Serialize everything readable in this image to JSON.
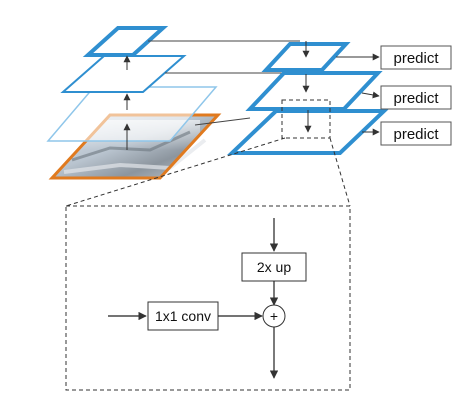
{
  "diagram": {
    "predict_labels": [
      "predict",
      "predict",
      "predict"
    ],
    "detail": {
      "upsample_label": "2x up",
      "conv_label": "1x1 conv",
      "merge_symbol": "+"
    },
    "colors": {
      "pyramid_blue": "#2f8fd0",
      "image_orange": "#e07a1f",
      "line_dark": "#333333"
    }
  }
}
